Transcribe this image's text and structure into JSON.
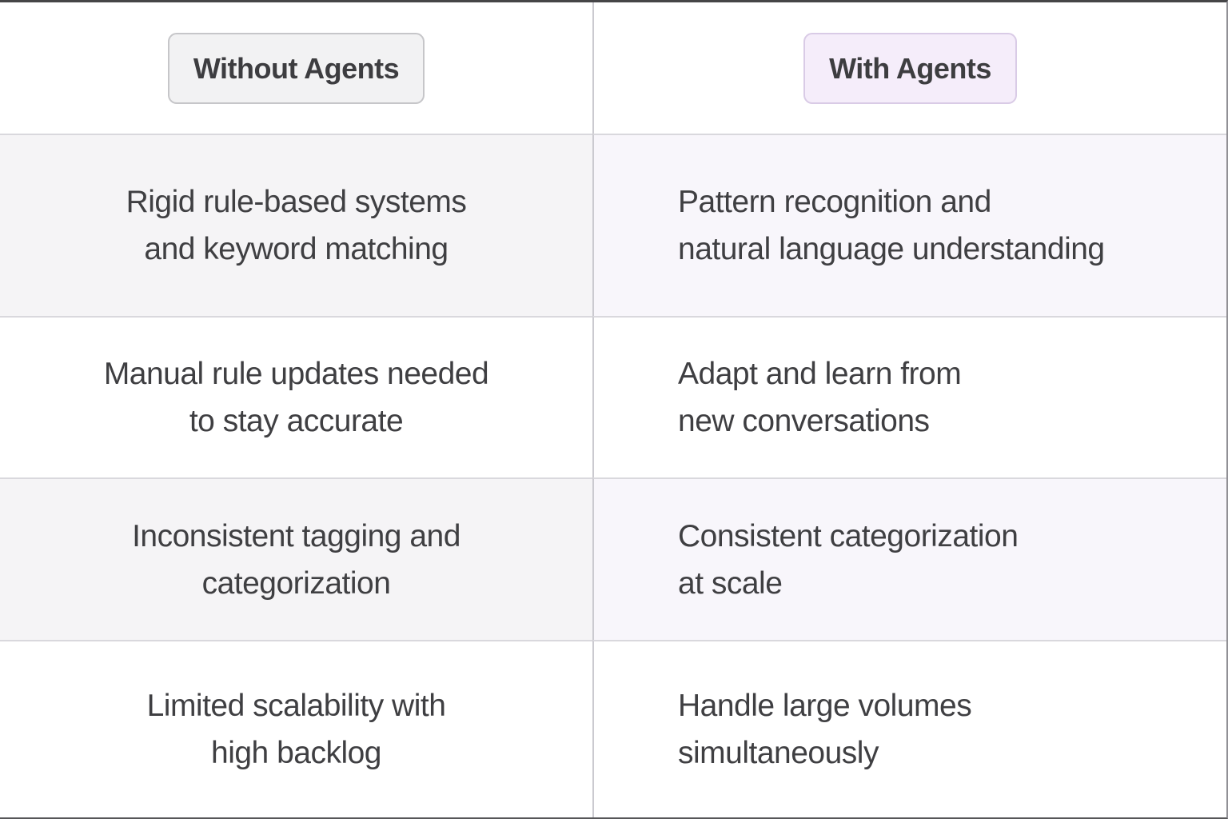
{
  "header": {
    "without_label": "Without Agents",
    "with_label": "With Agents"
  },
  "rows": [
    {
      "without": "Rigid rule-based systems\nand keyword matching",
      "with": "Pattern recognition and\nnatural language understanding"
    },
    {
      "without": "Manual rule updates needed\nto stay accurate",
      "with": "Adapt and learn from\nnew conversations"
    },
    {
      "without": "Inconsistent tagging and\ncategorization",
      "with": "Consistent categorization\nat scale"
    },
    {
      "without": "Limited scalability with\nhigh backlog",
      "with": "Handle large volumes\nsimultaneously"
    }
  ],
  "colors": {
    "without_badge_bg": "#f2f2f3",
    "without_badge_border": "#c6c6c9",
    "with_badge_bg": "#f5edfa",
    "with_badge_border": "#d9cbe6",
    "alt_row_left_bg": "#f5f4f6",
    "alt_row_right_bg": "#f8f6fb",
    "vertical_divider": "#cbcad0",
    "horizontal_divider": "#d9d8dd",
    "text": "#3f3f42"
  }
}
